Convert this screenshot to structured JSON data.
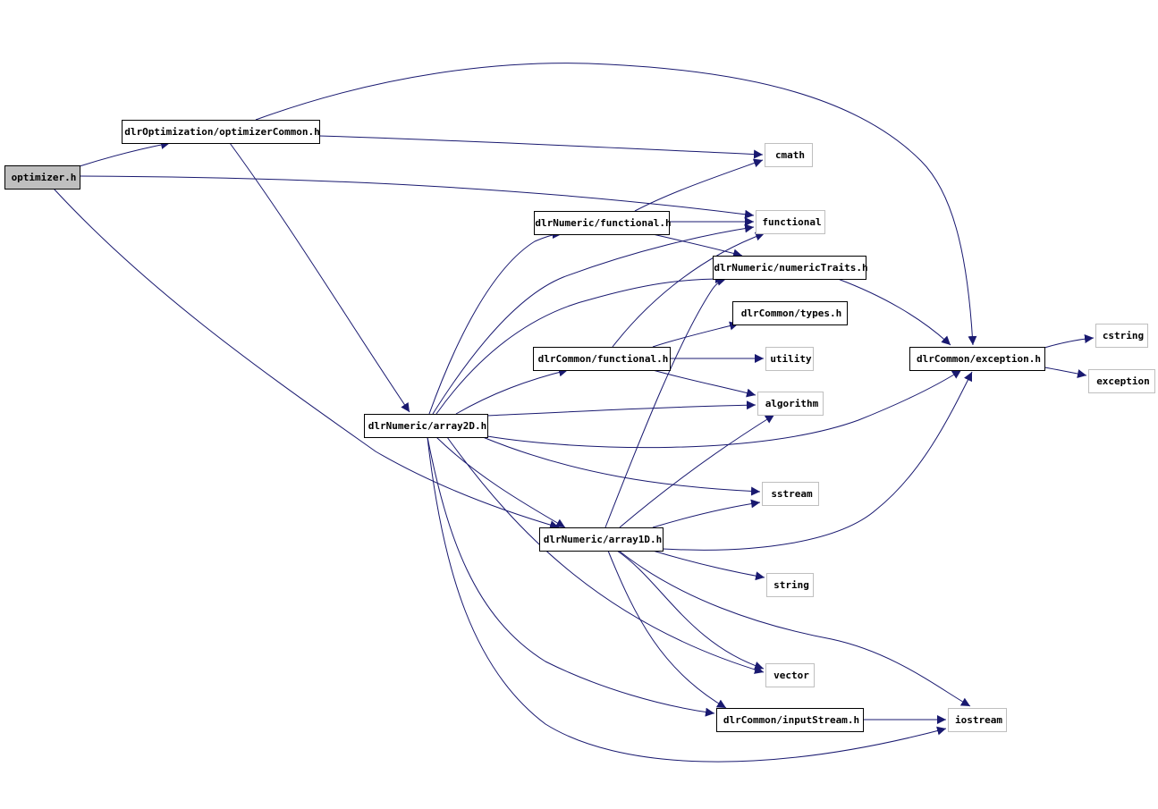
{
  "diagram": {
    "type": "include-dependency-graph",
    "colors": {
      "edge": "#191970",
      "node_border_project": "#000000",
      "node_border_system": "#bfbfbf",
      "node_fill_root": "#bfbfbf",
      "node_fill": "#ffffff"
    },
    "nodes": [
      {
        "id": "optimizer_h",
        "label": "optimizer.h",
        "kind": "root"
      },
      {
        "id": "optCommon",
        "label": "dlrOptimization/optimizerCommon.h",
        "kind": "project"
      },
      {
        "id": "cmath",
        "label": "cmath",
        "kind": "system"
      },
      {
        "id": "functional",
        "label": "functional",
        "kind": "system"
      },
      {
        "id": "numFunctional",
        "label": "dlrNumeric/functional.h",
        "kind": "project"
      },
      {
        "id": "numericTraits",
        "label": "dlrNumeric/numericTraits.h",
        "kind": "project"
      },
      {
        "id": "types",
        "label": "dlrCommon/types.h",
        "kind": "project"
      },
      {
        "id": "comFunctional",
        "label": "dlrCommon/functional.h",
        "kind": "project"
      },
      {
        "id": "utility",
        "label": "utility",
        "kind": "system"
      },
      {
        "id": "exception_h",
        "label": "dlrCommon/exception.h",
        "kind": "project"
      },
      {
        "id": "cstring",
        "label": "cstring",
        "kind": "system"
      },
      {
        "id": "exception",
        "label": "exception",
        "kind": "system"
      },
      {
        "id": "array2D",
        "label": "dlrNumeric/array2D.h",
        "kind": "project"
      },
      {
        "id": "algorithm",
        "label": "algorithm",
        "kind": "system"
      },
      {
        "id": "sstream",
        "label": "sstream",
        "kind": "system"
      },
      {
        "id": "array1D",
        "label": "dlrNumeric/array1D.h",
        "kind": "project"
      },
      {
        "id": "string",
        "label": "string",
        "kind": "system"
      },
      {
        "id": "vector",
        "label": "vector",
        "kind": "system"
      },
      {
        "id": "inputStream",
        "label": "dlrCommon/inputStream.h",
        "kind": "project"
      },
      {
        "id": "iostream",
        "label": "iostream",
        "kind": "system"
      }
    ],
    "edges": [
      {
        "from": "optimizer_h",
        "to": "optCommon"
      },
      {
        "from": "optimizer_h",
        "to": "functional"
      },
      {
        "from": "optimizer_h",
        "to": "array1D"
      },
      {
        "from": "optCommon",
        "to": "exception_h"
      },
      {
        "from": "optCommon",
        "to": "cmath"
      },
      {
        "from": "optCommon",
        "to": "array2D"
      },
      {
        "from": "numFunctional",
        "to": "cmath"
      },
      {
        "from": "numFunctional",
        "to": "functional"
      },
      {
        "from": "numFunctional",
        "to": "numericTraits"
      },
      {
        "from": "numericTraits",
        "to": "exception_h"
      },
      {
        "from": "comFunctional",
        "to": "functional"
      },
      {
        "from": "comFunctional",
        "to": "types"
      },
      {
        "from": "comFunctional",
        "to": "utility"
      },
      {
        "from": "comFunctional",
        "to": "algorithm"
      },
      {
        "from": "exception_h",
        "to": "cstring"
      },
      {
        "from": "exception_h",
        "to": "exception"
      },
      {
        "from": "array2D",
        "to": "numFunctional"
      },
      {
        "from": "array2D",
        "to": "functional"
      },
      {
        "from": "array2D",
        "to": "numericTraits"
      },
      {
        "from": "array2D",
        "to": "comFunctional"
      },
      {
        "from": "array2D",
        "to": "algorithm"
      },
      {
        "from": "array2D",
        "to": "exception_h"
      },
      {
        "from": "array2D",
        "to": "sstream"
      },
      {
        "from": "array2D",
        "to": "array1D"
      },
      {
        "from": "array2D",
        "to": "vector"
      },
      {
        "from": "array2D",
        "to": "inputStream"
      },
      {
        "from": "array2D",
        "to": "iostream"
      },
      {
        "from": "array1D",
        "to": "numericTraits"
      },
      {
        "from": "array1D",
        "to": "algorithm"
      },
      {
        "from": "array1D",
        "to": "sstream"
      },
      {
        "from": "array1D",
        "to": "exception_h"
      },
      {
        "from": "array1D",
        "to": "string"
      },
      {
        "from": "array1D",
        "to": "vector"
      },
      {
        "from": "array1D",
        "to": "inputStream"
      },
      {
        "from": "array1D",
        "to": "iostream"
      },
      {
        "from": "inputStream",
        "to": "iostream"
      }
    ]
  }
}
